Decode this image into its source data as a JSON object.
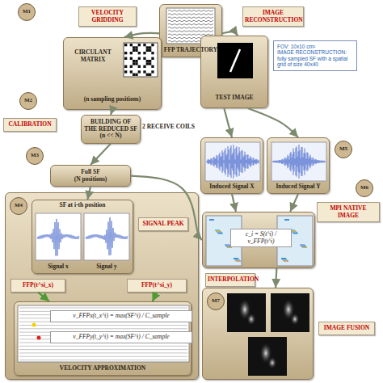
{
  "diagram": {
    "nodes": [
      {
        "text": [
          "M1"
        ]
      },
      {
        "text": [
          "VELOCITY GRIDDING"
        ]
      },
      {
        "text": [
          "FFP TRAJECTORY"
        ]
      },
      {
        "text": [
          "IMAGE RECONSTRUCTION"
        ]
      },
      {
        "text": [
          "CIRCULANT MATRIX",
          "(n sampling positions)"
        ]
      },
      {
        "text": [
          "TEST IMAGE"
        ]
      },
      {
        "text": [
          "FOV: 10x10 cm²",
          "IMAGE RECONSTRUCTION: fully sampled SF with a spatial grid of size 40x40"
        ]
      },
      {
        "text": [
          "M2"
        ]
      },
      {
        "text": [
          "CALIBRATION"
        ]
      },
      {
        "text": [
          "BUILDING OF THE REDUCED SF",
          "(n << N)"
        ]
      },
      {
        "text": [
          "M3"
        ]
      },
      {
        "text": [
          "Full SF",
          "(N positions)"
        ]
      },
      {
        "text": [
          "M5"
        ]
      },
      {
        "text": [
          "Induced Signal X"
        ]
      },
      {
        "text": [
          "Induced Signal Y"
        ]
      },
      {
        "text": [
          "M6"
        ]
      },
      {
        "text": [
          "MPI NATIVE IMAGE"
        ]
      },
      {
        "text": [
          "M4"
        ]
      },
      {
        "text": [
          "SF at i-th position",
          "Signal x",
          "Signal y"
        ],
        "in": 17
      },
      {
        "text": [
          "SIGNAL PEAK"
        ],
        "in": 17
      },
      {
        "text": [
          "FFP(t^si_x)"
        ],
        "in": 17
      },
      {
        "text": [
          "FFP(t^si_y)"
        ],
        "in": 17
      },
      {
        "text": [
          "v_FFPx(t_x^i) = max(SF^i) / C_sample",
          "v_FFPy(t_y^i) = max(SF^i) / C_sample",
          "VELOCITY APPROXIMATION"
        ],
        "in": 17
      },
      {
        "text": [
          "c_i = S(t^i) / v_FFP(t^i)"
        ]
      },
      {
        "text": [
          "INTERPOLATION"
        ]
      },
      {
        "text": [
          "M7"
        ]
      },
      {
        "text": [
          "IMAGE FUSION"
        ]
      }
    ],
    "edges": [
      {
        "from": 2,
        "to": 4,
        "arrow": "to"
      },
      {
        "from": 2,
        "to": 5,
        "arrow": "to"
      },
      {
        "from": 4,
        "to": 9,
        "arrow": "to"
      },
      {
        "from": 9,
        "to": 11,
        "arrow": "to"
      },
      {
        "from": 5,
        "to": 13,
        "arrow": "to"
      },
      {
        "from": 5,
        "to": 14,
        "arrow": "to"
      },
      {
        "from": 11,
        "to": 18,
        "arrow": "to"
      },
      {
        "from": 11,
        "to": 23,
        "arrow": "to"
      },
      {
        "from": 13,
        "to": 23,
        "arrow": "to"
      },
      {
        "from": 14,
        "to": 23,
        "arrow": "to"
      },
      {
        "from": 23,
        "to": 25,
        "arrow": "to"
      },
      {
        "from": 20,
        "to": 22,
        "arrow": "to"
      },
      {
        "from": 21,
        "to": 22,
        "arrow": "to"
      }
    ],
    "labels": [
      "2 RECEIVE COILS"
    ]
  }
}
